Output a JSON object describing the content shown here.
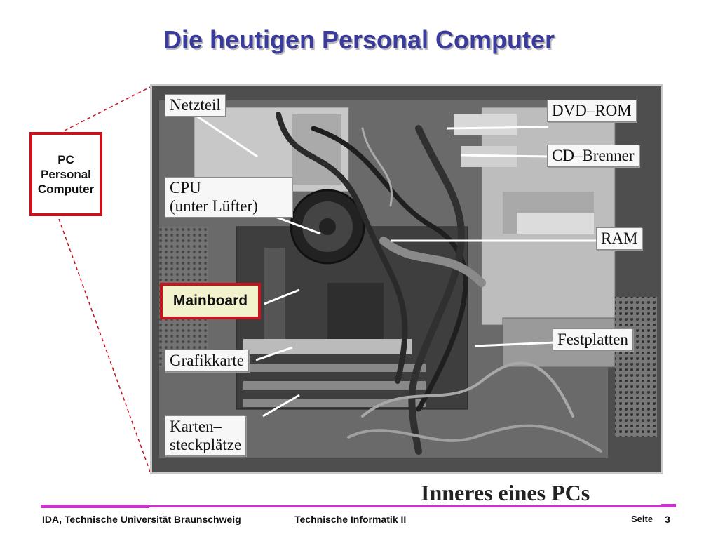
{
  "title": "Die heutigen Personal Computer",
  "pc_box": {
    "line1": "PC",
    "line2": "Personal",
    "line3": "Computer"
  },
  "photo_labels": {
    "netzteil": "Netzteil",
    "cpu_line1": "CPU",
    "cpu_line2": "(unter Lüfter)",
    "dvd_rom": "DVD–ROM",
    "cd_brenner": "CD–Brenner",
    "ram": "RAM",
    "mainboard": "Mainboard",
    "grafikkarte": "Grafikkarte",
    "festplatten": "Festplatten",
    "karten_line1": "Karten–",
    "karten_line2": "steckplätze"
  },
  "caption": "Inneres eines PCs",
  "footer": {
    "left": "IDA, Technische Universität Braunschweig",
    "center": "Technische Informatik II",
    "page_label": "Seite",
    "page_number": "3"
  },
  "colors": {
    "title": "#3b3b9c",
    "highlight_border": "#c8141e",
    "footer_line": "#cc33cc"
  }
}
